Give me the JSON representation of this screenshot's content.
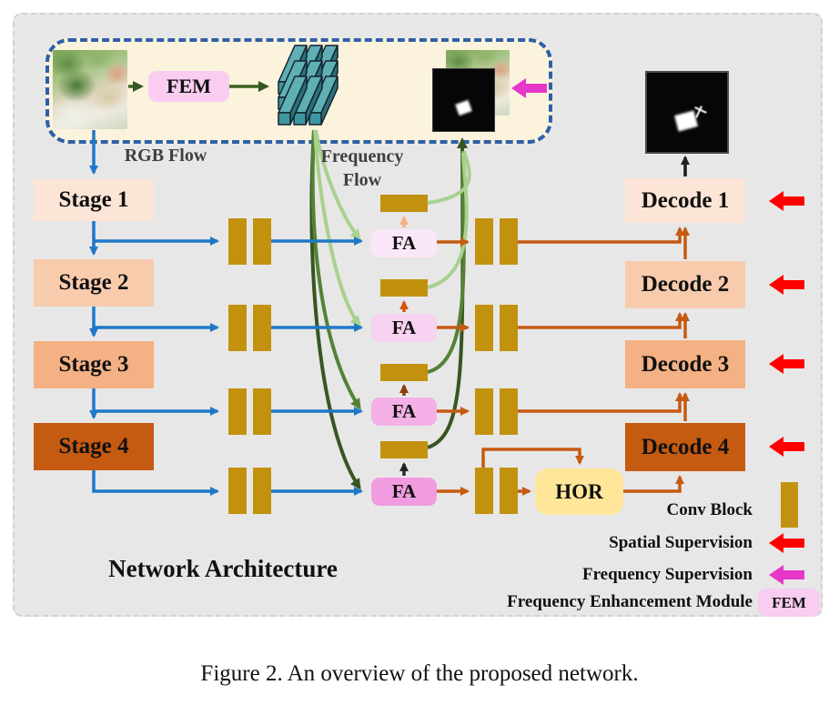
{
  "figure": {
    "diagram_title": "Network Architecture",
    "caption": "Figure 2. An overview of the proposed network."
  },
  "flow_labels": {
    "rgb": "RGB Flow",
    "frequency_line1": "Frequency",
    "frequency_line2": "Flow"
  },
  "stages": [
    {
      "label": "Stage 1"
    },
    {
      "label": "Stage 2"
    },
    {
      "label": "Stage 3"
    },
    {
      "label": "Stage 4"
    }
  ],
  "decodes": [
    {
      "label": "Decode 1"
    },
    {
      "label": "Decode 2"
    },
    {
      "label": "Decode 3"
    },
    {
      "label": "Decode 4"
    }
  ],
  "modules": {
    "fem_label": "FEM",
    "fa_label": "FA",
    "hor_label": "HOR"
  },
  "legend": {
    "conv_block": "Conv Block",
    "spatial_supervision": "Spatial Supervision",
    "frequency_supervision": "Frequency Supervision",
    "frequency_enhancement_module": "Frequency Enhancement Module",
    "fem_symbol_label": "FEM"
  },
  "colors": {
    "panel_bg": "#E8E7E7",
    "cream_box_bg": "#FBF3DC",
    "dashed_border_blue": "#2E5FA8",
    "stage1_decode1": "#FCE4D6",
    "stage2_decode2": "#F8CBAD",
    "stage3_decode3": "#F4B183",
    "stage4_decode4": "#C55A11",
    "conv_block_gold": "#C2920F",
    "fa_pink_1": "#FAE7F7",
    "fa_pink_2": "#F8D2F1",
    "fa_pink_3": "#F4B0E7",
    "fa_pink_4": "#F19CE0",
    "fem_pink": "#F8CDF0",
    "hor_yellow": "#FFE699",
    "rgb_flow_blue": "#1E78C8",
    "spatial_flow_orange": "#C55A11",
    "frequency_green_dark": "#375623",
    "frequency_green_mid": "#548235",
    "frequency_green_light": "#A9D18E",
    "spatial_supervision_red": "#FF0000",
    "frequency_supervision_magenta": "#E637C8"
  }
}
